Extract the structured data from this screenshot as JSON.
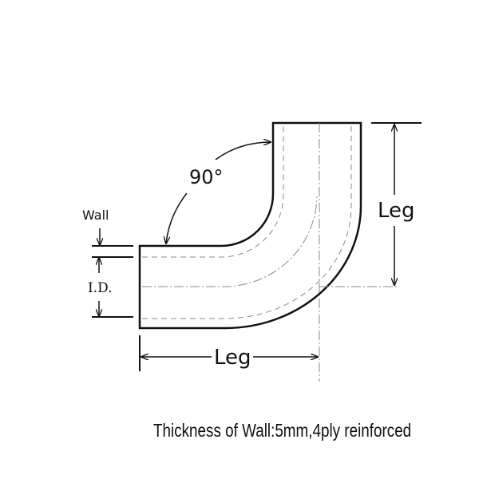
{
  "labels": {
    "angle": "90°",
    "wall": "Wall",
    "inner_diameter": "I.D.",
    "leg_horizontal": "Leg",
    "leg_vertical": "Leg"
  },
  "caption": "Thickness of Wall:5mm,4ply reinforced"
}
